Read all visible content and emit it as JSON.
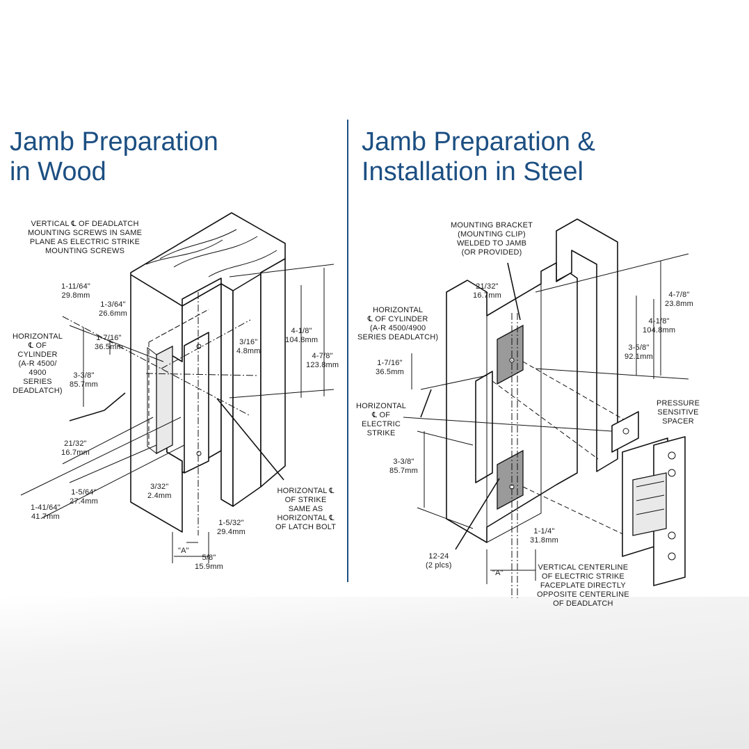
{
  "titles": {
    "wood": [
      "Jamb Preparation",
      "in Wood"
    ],
    "steel": [
      "Jamb Preparation &",
      "Installation in Steel"
    ]
  },
  "colors": {
    "title": "#1c4f82",
    "divider": "#1c4f82",
    "line": "#111111"
  },
  "wood_labels": {
    "vertical_cl": "VERTICAL ℄ OF DEADLATCH\nMOUNTING SCREWS IN SAME\nPLANE AS ELECTRIC STRIKE\nMOUNTING SCREWS",
    "dim_1_11_64": "1-11/64\"\n29.8mm",
    "dim_1_3_64": "1-3/64\"\n26.6mm",
    "horizontal_cyl": "HORIZONTAL\n℄ OF\nCYLINDER\n(A-R 4500/\n4900\nSERIES\nDEADLATCH)",
    "dim_1_7_16": "1-7/16\"\n36.5mm",
    "dim_3_3_8": "3-3/8\"\n85.7mm",
    "dim_3_16": "3/16\"\n4.8mm",
    "dim_4_1_8": "4-1/8\"\n104.8mm",
    "dim_4_7_8": "4-7/8\"\n123.8mm",
    "dim_21_32": "21/32\"\n16.7mm",
    "dim_1_5_64": "1-5/64\"\n27.4mm",
    "dim_1_41_64": "1-41/64\"\n41.7mm",
    "dim_3_32": "3/32\"\n2.4mm",
    "horizontal_strike": "HORIZONTAL ℄\nOF STRIKE\nSAME AS\nHORIZONTAL ℄\nOF LATCH BOLT",
    "dim_1_5_32": "1-5/32\"\n29.4mm",
    "dim_a": "\"A\"",
    "dim_5_8": "5/8\"\n15.9mm"
  },
  "steel_labels": {
    "mounting_bracket": "MOUNTING BRACKET\n(MOUNTING CLIP)\nWELDED TO JAMB\n(OR PROVIDED)",
    "dim_21_32": "21/32\"\n16.7mm",
    "horizontal_cyl": "HORIZONTAL\n℄ OF CYLINDER\n(A-R 4500/4900\nSERIES DEADLATCH)",
    "dim_4_7_8": "4-7/8\"\n23.8mm",
    "dim_4_1_8": "4-1/8\"\n104.8mm",
    "dim_3_5_8": "3-5/8\"\n92.1mm",
    "dim_1_7_16": "1-7/16\"\n36.5mm",
    "horizontal_strike": "HORIZONTAL\n℄ OF\nELECTRIC\nSTRIKE",
    "pressure_spacer": "PRESSURE\nSENSITIVE\nSPACER",
    "dim_3_3_8": "3-3/8\"\n85.7mm",
    "dim_12_24": "12-24\n(2 plcs)",
    "dim_1_1_4": "1-1/4\"\n31.8mm",
    "dim_a": "\"A\"",
    "vertical_centerline": "VERTICAL CENTERLINE\nOF ELECTRIC STRIKE\nFACEPLATE DIRECTLY\nOPPOSITE CENTERLINE\nOF DEADLATCH"
  }
}
